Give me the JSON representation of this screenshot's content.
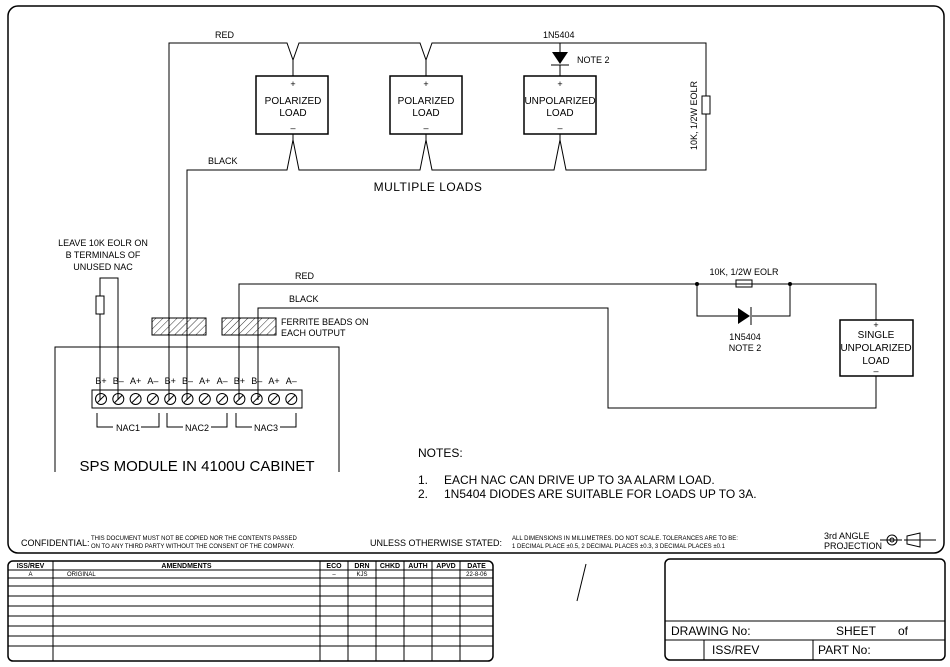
{
  "diagram": {
    "top_circuit": {
      "red_label": "RED",
      "black_label": "BLACK",
      "diode_label": "1N5404",
      "note_label": "NOTE 2",
      "eolr_label": "10K, 1/2W EOLR",
      "loads": [
        {
          "line1": "POLARIZED",
          "line2": "LOAD"
        },
        {
          "line1": "POLARIZED",
          "line2": "LOAD"
        },
        {
          "line1": "UNPOLARIZED",
          "line2": "LOAD"
        }
      ],
      "plus": "+",
      "minus": "–",
      "caption": "MULTIPLE LOADS"
    },
    "bottom_circuit": {
      "red_label": "RED",
      "black_label": "BLACK",
      "eolr_label": "10K, 1/2W EOLR",
      "diode_label": "1N5404",
      "note_label": "NOTE 2",
      "single_load": {
        "line1": "SINGLE",
        "line2": "UNPOLARIZED",
        "line3": "LOAD"
      }
    },
    "leave_note": {
      "line1": "LEAVE 10K EOLR ON",
      "line2": "B TERMINALS OF",
      "line3": "UNUSED NAC"
    },
    "ferrite_note": {
      "line1": "FERRITE BEADS ON",
      "line2": "EACH OUTPUT"
    },
    "module": {
      "terminals": [
        "B+",
        "B–",
        "A+",
        "A–",
        "B+",
        "B–",
        "A+",
        "A–",
        "B+",
        "B–",
        "A+",
        "A–"
      ],
      "groups": [
        "NAC1",
        "NAC2",
        "NAC3"
      ],
      "title": "SPS MODULE IN 4100U CABINET"
    },
    "notes": {
      "heading": "NOTES:",
      "items": [
        {
          "num": "1.",
          "text": "EACH NAC CAN DRIVE UP TO 3A ALARM LOAD."
        },
        {
          "num": "2.",
          "text": "1N5404 DIODES ARE SUITABLE FOR LOADS UP TO 3A."
        }
      ]
    }
  },
  "footer": {
    "confidential_label": "CONFIDENTIAL:",
    "confidential_line1": "THIS DOCUMENT MUST NOT BE COPIED NOR THE CONTENTS PASSED",
    "confidential_line2": "ON TO ANY THIRD PARTY WITHOUT THE CONSENT OF THE COMPANY.",
    "unless_label": "UNLESS OTHERWISE STATED:",
    "dims_line1": "ALL DIMENSIONS IN MILLIMETRES. DO NOT SCALE. TOLERANCES ARE TO BE:",
    "dims_line2": "1 DECIMAL PLACE ±0.5, 2 DECIMAL PLACES ±0.3, 3 DECIMAL PLACES ±0.1",
    "projection_line1": "3rd ANGLE",
    "projection_line2": "PROJECTION"
  },
  "amendments": {
    "headers": [
      "ISS/REV",
      "AMENDMENTS",
      "ECO",
      "DRN",
      "CHKD",
      "AUTH",
      "APVD",
      "DATE"
    ],
    "rows": [
      [
        "A",
        "ORIGINAL",
        "–",
        "KJS",
        "",
        "",
        "",
        "22-8-06"
      ]
    ]
  },
  "title_block": {
    "drawing_no_label": "DRAWING No:",
    "sheet_label": "SHEET",
    "of_label": "of",
    "iss_rev_label": "ISS/REV",
    "part_no_label": "PART No:"
  }
}
